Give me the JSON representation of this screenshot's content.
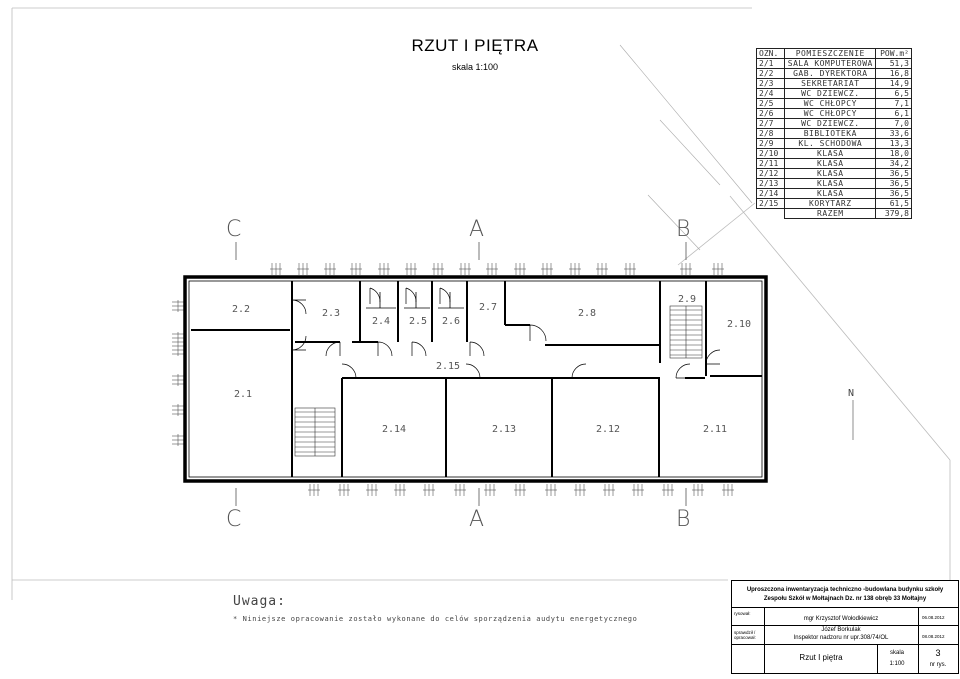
{
  "title": "RZUT I PIĘTRA",
  "scale_label": "skala 1:100",
  "schedule": {
    "headers": [
      "OZN.",
      "POMIESZCZENIE",
      "POW.m²"
    ],
    "rows": [
      [
        "2/1",
        "SALA KOMPUTEROWA",
        "51,3"
      ],
      [
        "2/2",
        "GAB. DYREKTORA",
        "16,8"
      ],
      [
        "2/3",
        "SEKRETARIAT",
        "14,9"
      ],
      [
        "2/4",
        "WC DZIEWCZ.",
        "6,5"
      ],
      [
        "2/5",
        "WC CHŁOPCY",
        "7,1"
      ],
      [
        "2/6",
        "WC CHŁOPCY",
        "6,1"
      ],
      [
        "2/7",
        "WC DZIEWCZ.",
        "7,0"
      ],
      [
        "2/8",
        "BIBLIOTEKA",
        "33,6"
      ],
      [
        "2/9",
        "KL. SCHODOWA",
        "13,3"
      ],
      [
        "2/10",
        "KLASA",
        "18,0"
      ],
      [
        "2/11",
        "KLASA",
        "34,2"
      ],
      [
        "2/12",
        "KLASA",
        "36,5"
      ],
      [
        "2/13",
        "KLASA",
        "36,5"
      ],
      [
        "2/14",
        "KLASA",
        "36,5"
      ],
      [
        "2/15",
        "KORYTARZ",
        "61,5"
      ]
    ],
    "total_label": "RAZEM",
    "total_value": "379,8"
  },
  "sections": {
    "c_top": "C",
    "a_top": "A",
    "b_top": "B",
    "c_bottom": "C",
    "a_bottom": "A",
    "b_bottom": "B"
  },
  "north": "N",
  "rooms": {
    "r21": "2.1",
    "r22": "2.2",
    "r23": "2.3",
    "r24": "2.4",
    "r25": "2.5",
    "r26": "2.6",
    "r27": "2.7",
    "r28": "2.8",
    "r29": "2.9",
    "r210": "2.10",
    "r211": "2.11",
    "r212": "2.12",
    "r213": "2.13",
    "r214": "2.14",
    "r215": "2.15"
  },
  "notes": {
    "heading": "Uwaga:",
    "text": "* Niniejsze opracowanie zostało wykonane do celów sporządzenia audytu energetycznego"
  },
  "title_block": {
    "header_line1": "Uproszczona inwentaryzacja techniczno -budowlana budynku szkoły",
    "header_line2": "Zespołu Szkół w Mołtajnach Dz. nr 138 obręb 33 Mołtajny",
    "drawn_label": "rysował:",
    "drawn_name": "mgr Krzysztof Wołodkiewicz",
    "drawn_date": "06.08.2012",
    "checked_label_1": "sprawdził /",
    "checked_label_2": "opracował:",
    "checked_name_1": "Józef Borkulak",
    "checked_name_2": "Inspektor nadzoru nr upr.308/74/OL",
    "checked_date": "08.08.2012",
    "drawing_name": "Rzut I piętra",
    "scale_label": "skala",
    "scale_value": "1:100",
    "sheet_number": "3",
    "sheet_label": "nr rys."
  }
}
